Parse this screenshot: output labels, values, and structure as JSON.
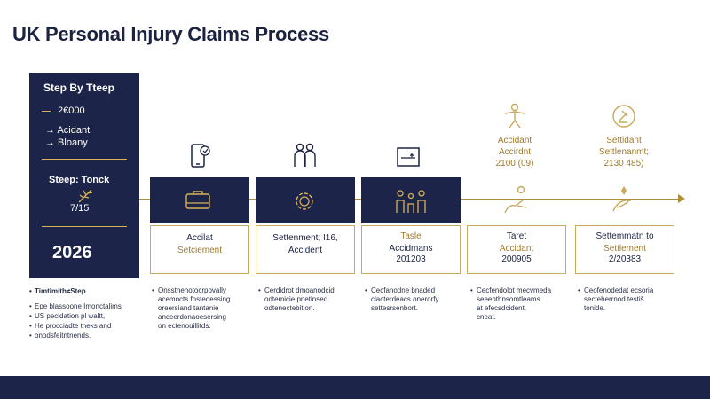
{
  "title": "UK Personal Injury Claims Process",
  "sidebar": {
    "heading": "Step By Tteep",
    "year": "2€000",
    "arrow_items": [
      "→ Acidant",
      "→ Bloany"
    ],
    "sub_heading": "Steep: Tonck",
    "sub_value": "7/15",
    "big_year": "2026"
  },
  "left_notes": [
    "Timtimith≠Step",
    "Epe blassoone Imonctalims",
    "US pecidation pl waltt,",
    "He procciadte tneks and",
    "onodsfeitntnends."
  ],
  "steps": [
    {
      "card_l1": "Accilat",
      "card_l2": "Setciement",
      "card_l3": "",
      "desc": [
        "Onsstnenotocrpovally",
        "acemocts fnsteoessing",
        "oreersiand tantanie",
        "anceerdonaoesersing",
        "on ectenouillitds."
      ]
    },
    {
      "card_l1": "Settenment; I16,",
      "card_l2": "Accident",
      "card_l3": "",
      "desc": [
        "Cerdidrot dmoanodcid",
        "odtemicie pnetinsed",
        "odtenectebition."
      ]
    },
    {
      "card_l1": "Tasle",
      "card_l2": "Accidmans",
      "card_l3": "201203",
      "desc": [
        "Cecfanodne bnaded",
        "clacterdeacs onerorfy",
        "settesrsenbort."
      ]
    },
    {
      "top_l1": "Accidant",
      "top_l2": "Accirdnt",
      "top_l3": "2100 (09)",
      "card_l1": "Taret",
      "card_l2": "Accidant",
      "card_l3": "200905",
      "desc": [
        "Cecfendolot mecvmeda",
        "seeenthnsomtleams",
        "at efecsdcident.",
        "cneat."
      ]
    },
    {
      "top_l1": "Settidant",
      "top_l2": "Settlenanmt;",
      "top_l3": "2130 485)",
      "card_l1": "Settemmatn to",
      "card_l2": "Settlement",
      "card_l3": "2/20383",
      "desc": [
        "Ceofenodedat ecsoria",
        "secteherrnod.testiš",
        "tonide."
      ]
    }
  ],
  "colors": {
    "navy": "#1c2449",
    "gold": "#c9a95a",
    "dark_gold": "#9c7a2e"
  }
}
